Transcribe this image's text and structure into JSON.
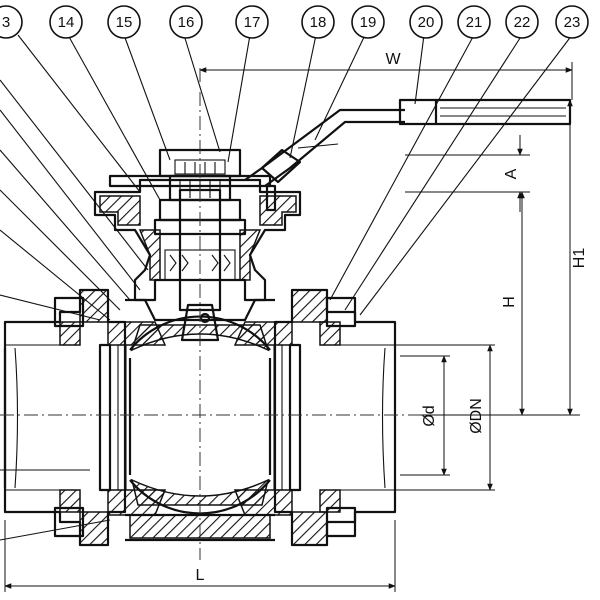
{
  "part_numbers": [
    "3",
    "14",
    "15",
    "16",
    "17",
    "18",
    "19",
    "20",
    "21",
    "22",
    "23"
  ],
  "dimensions": {
    "W": "W",
    "A": "A",
    "H1": "H1",
    "H": "H",
    "d": "Ød",
    "DN": "ØDN",
    "L": "L"
  }
}
